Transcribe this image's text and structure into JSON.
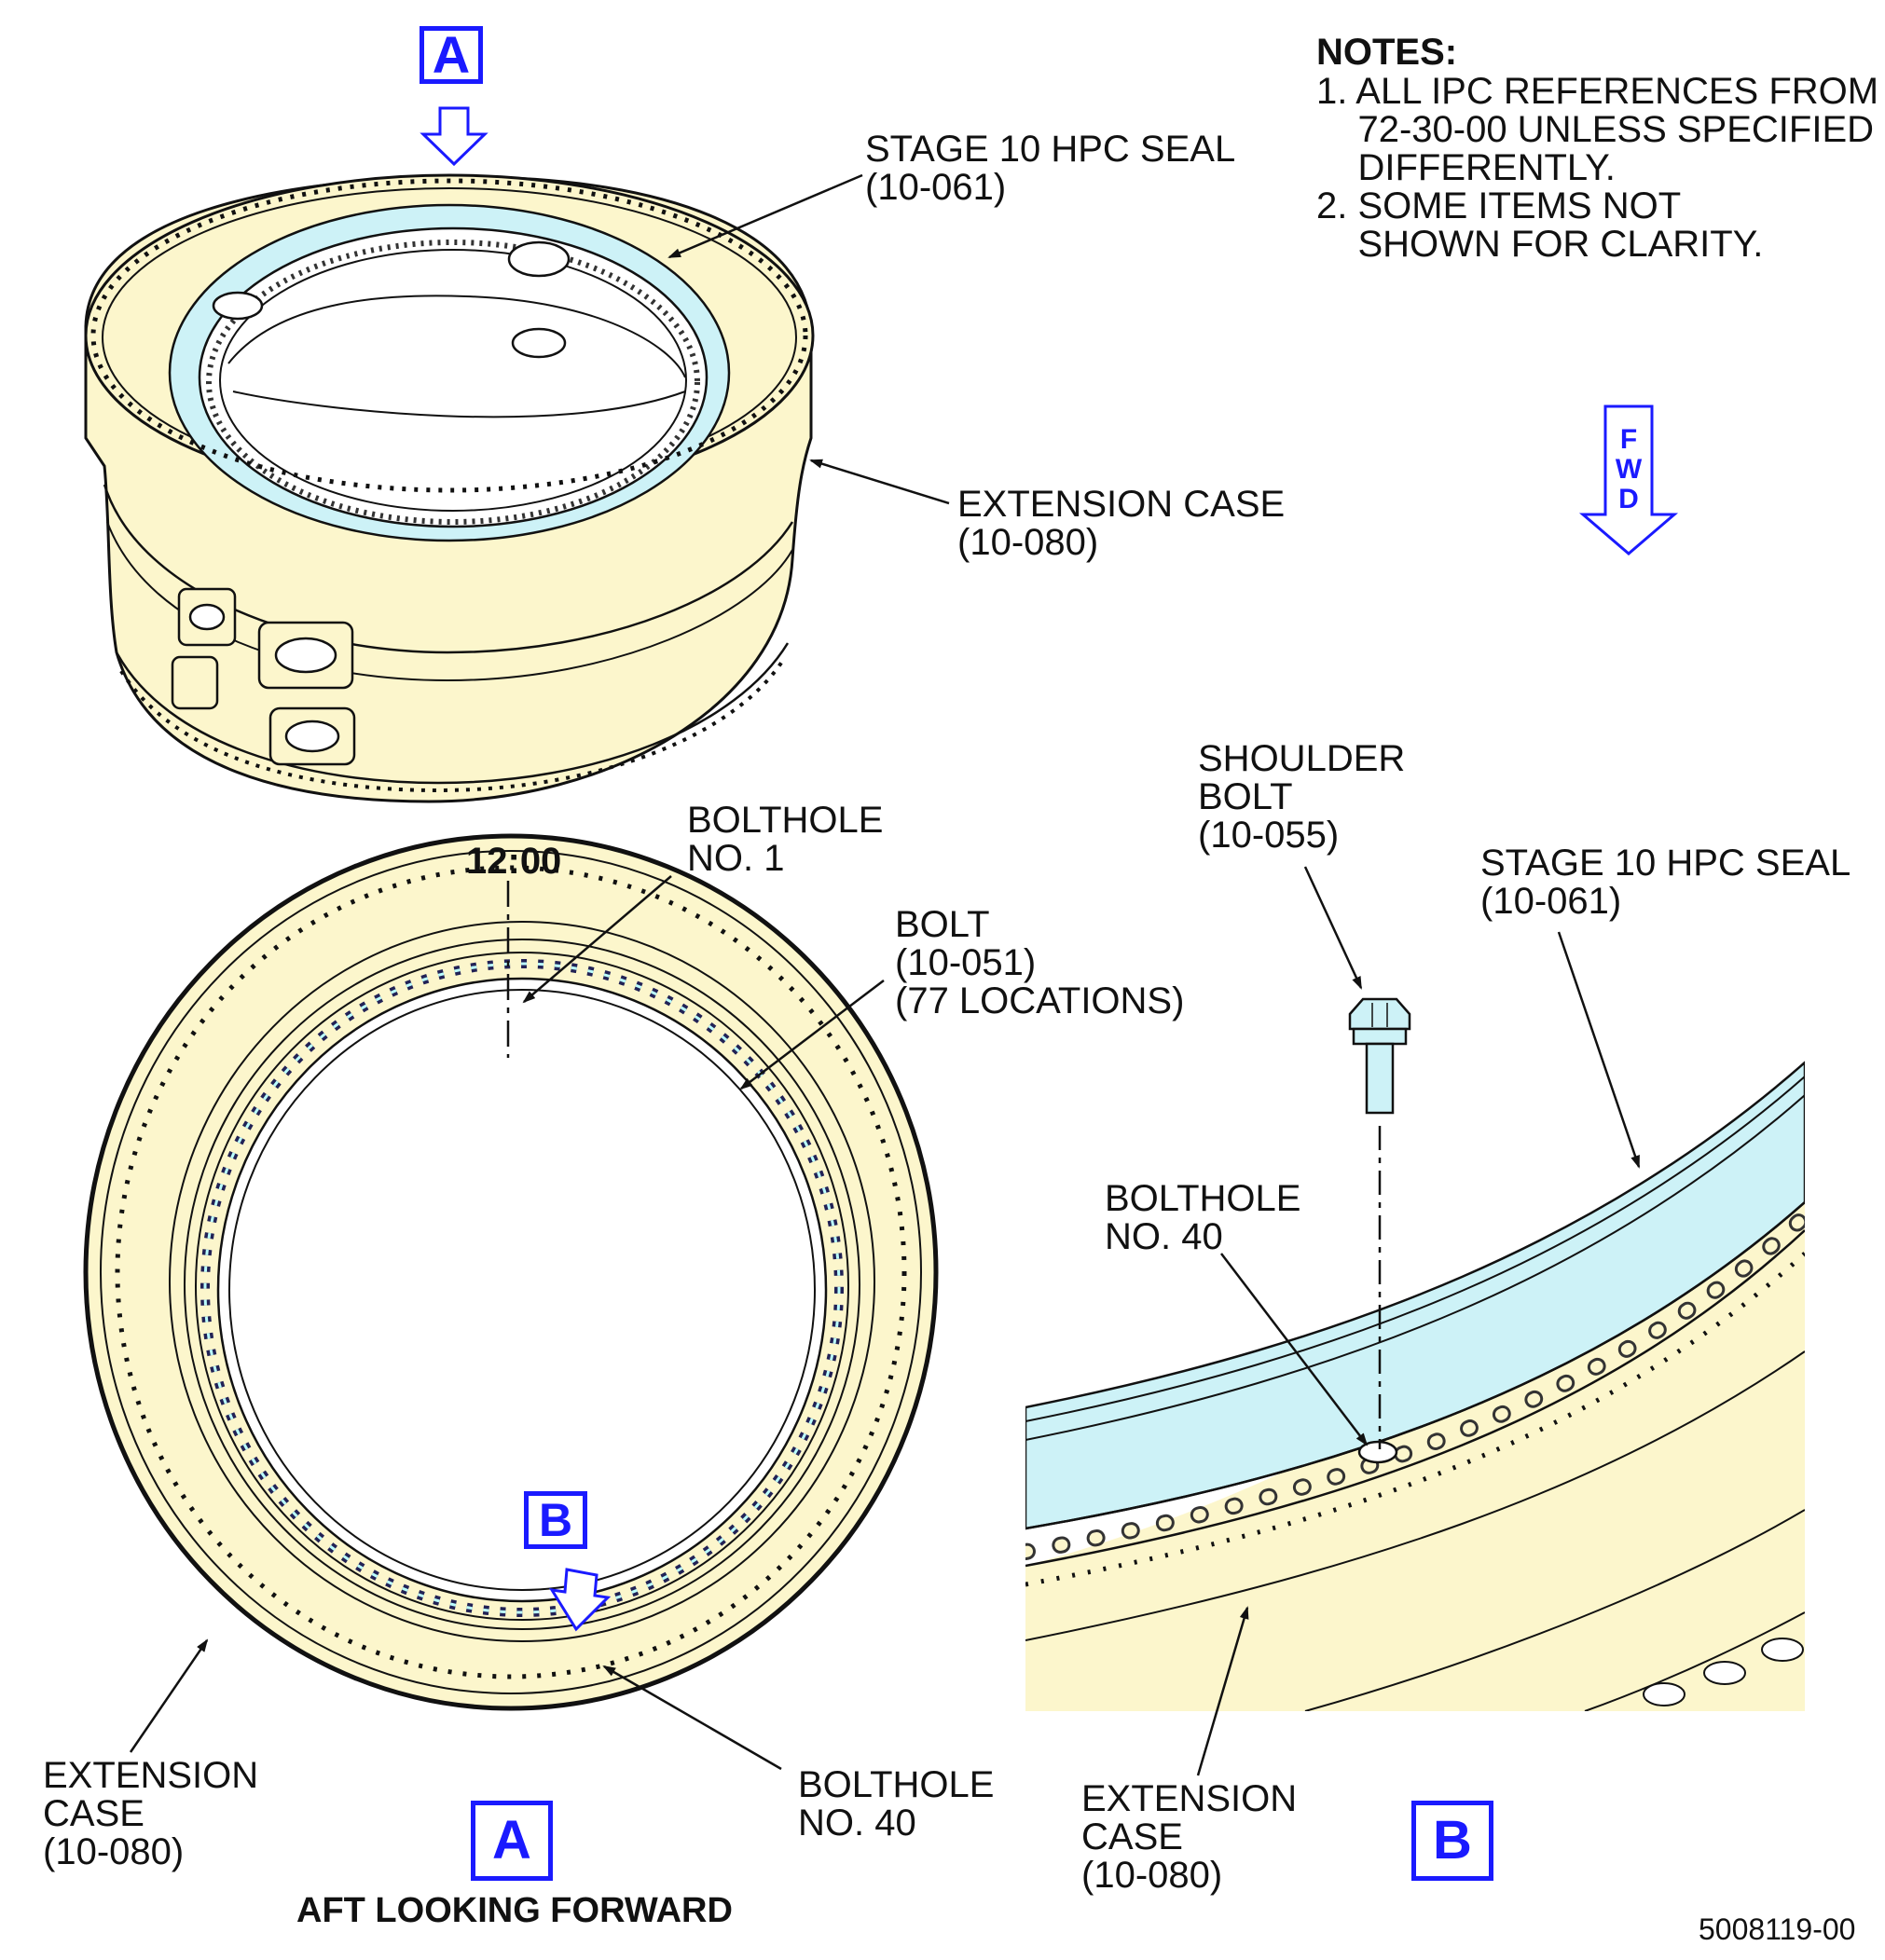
{
  "notes": {
    "heading": "NOTES:",
    "lines": [
      "1. ALL IPC REFERENCES FROM",
      "    72-30-00 UNLESS SPECIFIED",
      "    DIFFERENTLY.",
      "2. SOME ITEMS NOT",
      "    SHOWN FOR CLARITY."
    ]
  },
  "fwd": {
    "letters": [
      "F",
      "W",
      "D"
    ]
  },
  "view_markers": {
    "top_a": "A",
    "detail_b": "B",
    "view_a": "A",
    "view_b": "B"
  },
  "iso_labels": {
    "seal": [
      "STAGE 10 HPC SEAL",
      "(10-061)"
    ],
    "case": [
      "EXTENSION CASE",
      "(10-080)"
    ]
  },
  "view_a_labels": {
    "clock": "12:00",
    "bolthole1": [
      "BOLTHOLE",
      "NO. 1"
    ],
    "bolt": [
      "BOLT",
      "(10-051)",
      "(77 LOCATIONS)"
    ],
    "case": [
      "EXTENSION",
      "CASE",
      "(10-080)"
    ],
    "bolthole40": [
      "BOLTHOLE",
      "NO. 40"
    ],
    "caption": "AFT LOOKING FORWARD"
  },
  "view_b_labels": {
    "shoulder_bolt": [
      "SHOULDER",
      "BOLT",
      "(10-055)"
    ],
    "seal": [
      "STAGE 10 HPC SEAL",
      "(10-061)"
    ],
    "bolthole40": [
      "BOLTHOLE",
      "NO. 40"
    ],
    "case": [
      "EXTENSION",
      "CASE",
      "(10-080)"
    ]
  },
  "figure_number": "5008119-00",
  "colors": {
    "case_fill": "#fcf6cc",
    "seal_fill": "#cdf2f7",
    "callout_blue": "#1a1aff"
  }
}
